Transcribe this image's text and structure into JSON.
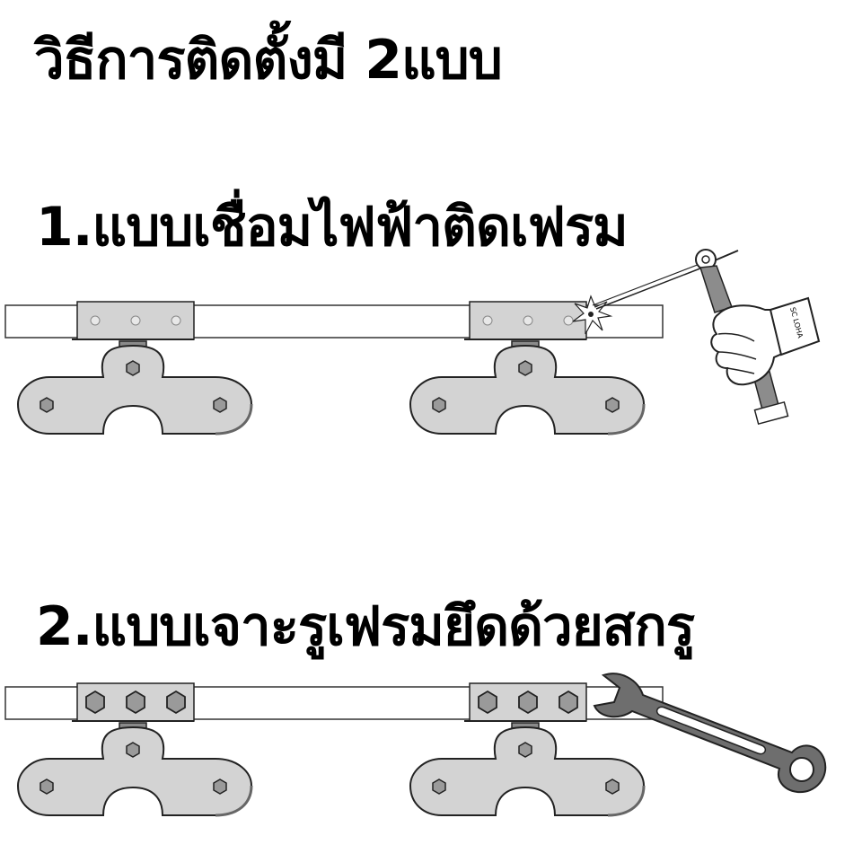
{
  "title": "วิธีการติดตั้งมี 2แบบ",
  "methods": [
    {
      "label": "1.แบบเชื่อมไฟฟ้าติดเฟรม",
      "tool": "welding-torch-icon"
    },
    {
      "label": "2.แบบเจาะรูเฟรมยึดด้วยสกรู",
      "tool": "wrench-icon"
    }
  ],
  "glove_brand": "SC LOHA",
  "colors": {
    "text": "#000000",
    "plate": "#d3d3d3",
    "frame": "#ffffff",
    "wrench": "#6e6e6e",
    "torch_body": "#8c8c8c"
  }
}
